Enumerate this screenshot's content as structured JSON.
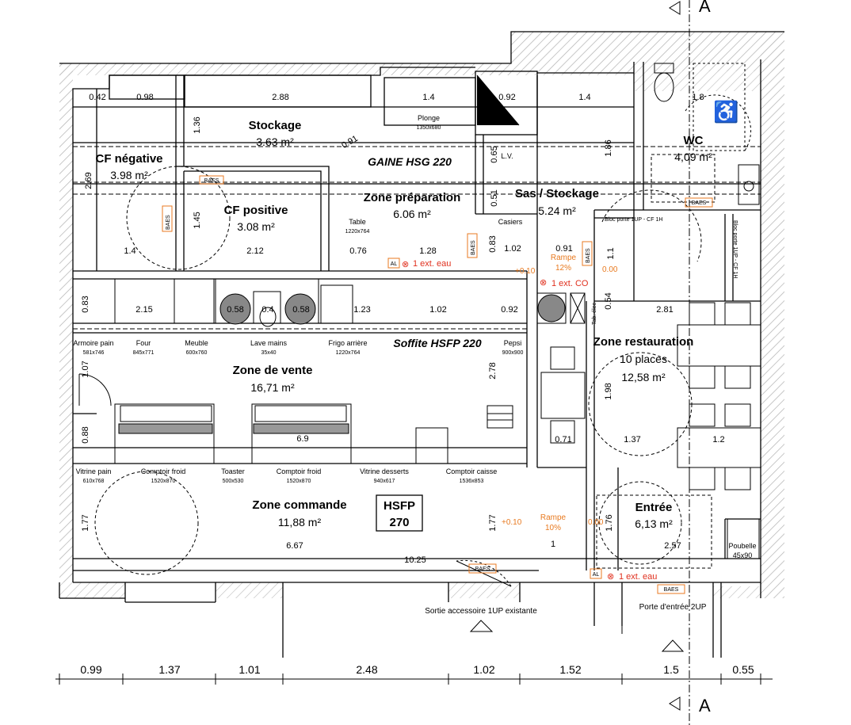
{
  "section_marker": "A",
  "rooms": {
    "stockage": {
      "name": "Stockage",
      "area": "3.63 m²"
    },
    "cf_negative": {
      "name": "CF négative",
      "area": "3.98 m²"
    },
    "cf_positive": {
      "name": "CF positive",
      "area": "3.08 m²"
    },
    "gaine": {
      "name": "GAINE HSG 220"
    },
    "zone_preparation": {
      "name": "Zone préparation",
      "area": "6.06 m²"
    },
    "sas": {
      "name": "Sas / Stockage",
      "area": "5.24 m²"
    },
    "wc": {
      "name": "WC",
      "area": "4,09 m²"
    },
    "soffite": {
      "name": "Soffite HSFP 220"
    },
    "zone_vente": {
      "name": "Zone de vente",
      "area": "16,71 m²"
    },
    "zone_restauration": {
      "name": "Zone restauration",
      "places": "10 places",
      "area": "12,58 m²"
    },
    "zone_commande": {
      "name": "Zone commande",
      "area": "11,88 m²"
    },
    "hsfp": {
      "line1": "HSFP",
      "line2": "270"
    },
    "entree": {
      "name": "Entrée",
      "area": "6,13 m²"
    }
  },
  "equipment": {
    "plonge": {
      "name": "Plonge",
      "size": "1350x680"
    },
    "table": {
      "name": "Table",
      "size": "1220x764"
    },
    "lv": "L.V.",
    "casiers": "Casiers",
    "armoire_pain": {
      "name": "Armoire pain",
      "size": "581x746"
    },
    "four": {
      "name": "Four",
      "size": "845x771"
    },
    "meuble": {
      "name": "Meuble",
      "size": "600x760"
    },
    "lave_mains": {
      "name": "Lave mains",
      "size": "35x40"
    },
    "frigo_arriere": {
      "name": "Frigo arrière",
      "size": "1220x764"
    },
    "pepsi": {
      "name": "Pepsi",
      "size": "900x900"
    },
    "vitrine_pain": {
      "name": "Vitrine pain",
      "size": "610x768"
    },
    "comptoir_froid_1": {
      "name": "Comptoir froid",
      "size": "1520x870"
    },
    "toaster": {
      "name": "Toaster",
      "size": "500x530"
    },
    "comptoir_froid_2": {
      "name": "Comptoir froid",
      "size": "1520x870"
    },
    "vitrine_desserts": {
      "name": "Vitrine desserts",
      "size": "940x617"
    },
    "comptoir_caisse": {
      "name": "Comptoir caisse",
      "size": "1536x853"
    },
    "poubelle": {
      "name": "Poubelle",
      "size": "45x90"
    }
  },
  "safety": {
    "baes": "BAES",
    "ext_eau": "1 ext. eau",
    "ext_co2": "1 ext. CO",
    "al": "AL",
    "rampe_top": {
      "name": "Rampe",
      "pct": "12%"
    },
    "rampe_bottom": {
      "name": "Rampe",
      "pct": "10%"
    },
    "plus010": "+0.10",
    "zero00": "0.00",
    "bloc_porte_1": "Bloc porte 1UP - CF 1H",
    "tab_elec": "Tab. élec"
  },
  "labels": {
    "sortie_accessoire": "Sortie accessoire 1UP existante",
    "porte_entree": "Porte d'entrée 2UP"
  },
  "dims_interior": {
    "d042": "0.42",
    "d098": "0.98",
    "d288": "2.88",
    "d14a": "1.4",
    "d092a": "0.92",
    "d14b": "1.4",
    "d18": "1.8",
    "d136": "1.36",
    "d091": "0.91",
    "d269": "2.69",
    "d145": "1.45",
    "d065": "0.65",
    "d051": "0.51",
    "d186": "1.86",
    "d14c": "1.4",
    "d212": "2.12",
    "d076": "0.76",
    "d128": "1.28",
    "d083a": "0.83",
    "d102a": "1.02",
    "d091b": "0.91",
    "d11": "1.1",
    "d083b": "0.83",
    "d215": "2.15",
    "d058a": "0.58",
    "d04": "0.4",
    "d058b": "0.58",
    "d123": "1.23",
    "d102b": "1.02",
    "d092b": "0.92",
    "d054": "0.54",
    "d281": "2.81",
    "d107": "1.07",
    "d278": "2.78",
    "d198": "1.98",
    "d069": "6.9",
    "d088": "0.88",
    "d071": "0.71",
    "d137": "1.37",
    "d12": "1.2",
    "d177a": "1.77",
    "d177b": "1.77",
    "d176": "1.76",
    "d667": "6.67",
    "d1": "1",
    "d257": "2.57",
    "d1025": "10.25"
  },
  "dims_bottom": [
    "0.99",
    "1.37",
    "1.01",
    "2.48",
    "1.02",
    "1.52",
    "1.5",
    "0.55"
  ]
}
